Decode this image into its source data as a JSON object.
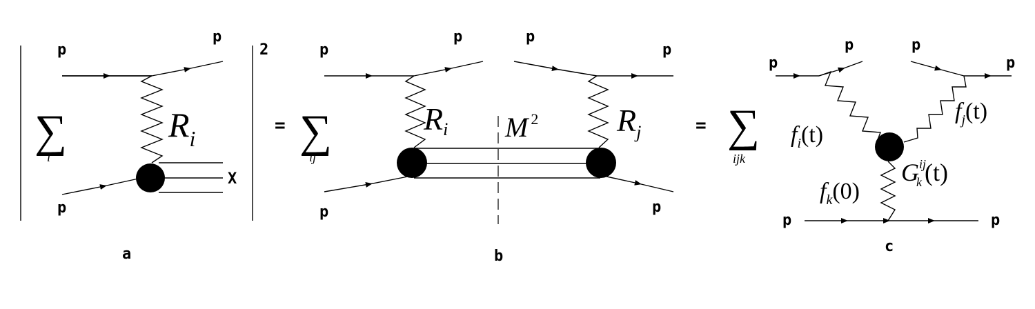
{
  "panels": {
    "a": {
      "caption": "a",
      "p_in_top": "p",
      "p_out_top": "p",
      "p_in_bottom": "p",
      "x_out": "X",
      "square_exponent": "2",
      "sum_index": "i",
      "reggeon": "R",
      "reggeon_sub": "i"
    },
    "b": {
      "caption": "b",
      "equals": "=",
      "sum_index": "ij",
      "p_in_top_left": "p",
      "p_out_top_left": "p",
      "p_in_top_right": "p",
      "p_out_top_right": "p",
      "p_in_bottom_left": "p",
      "p_out_bottom_right": "p",
      "reggeon_left": "R",
      "reggeon_left_sub": "i",
      "reggeon_right": "R",
      "reggeon_right_sub": "j",
      "mass": "M",
      "mass_exp": "2"
    },
    "c": {
      "caption": "c",
      "equals": "=",
      "sum_index": "ijk",
      "p_in_top_left": "p",
      "p_out_top_left": "p",
      "p_in_top_right": "p",
      "p_out_top_right": "p",
      "p_in_bottom": "p",
      "p_out_bottom": "p",
      "fi": "f",
      "fi_sub": "i",
      "fi_arg": "(t)",
      "fj": "f",
      "fj_sub": "j",
      "fj_arg": "(t)",
      "fk": "f",
      "fk_sub": "k",
      "fk_arg": "(0)",
      "G": "G",
      "G_sup": "ij",
      "G_sub": "k",
      "G_arg": "(t)"
    }
  },
  "sum_symbol": "∑"
}
